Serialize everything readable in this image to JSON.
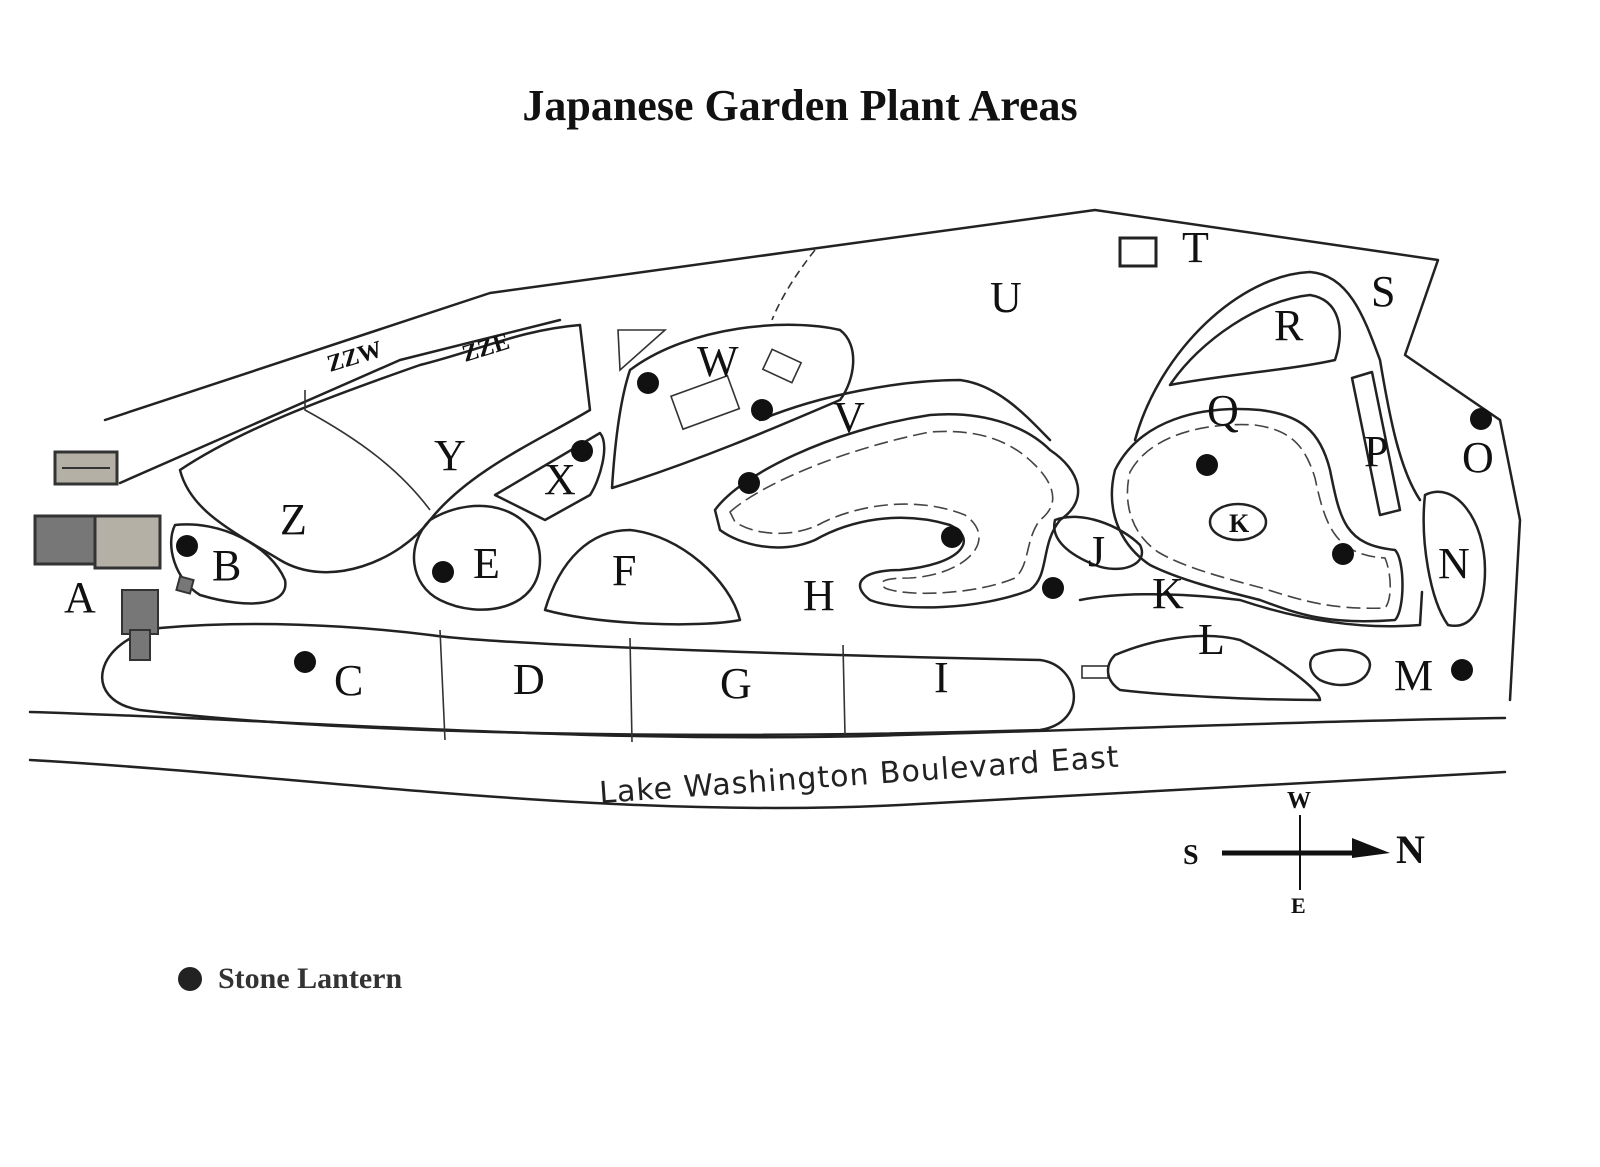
{
  "title": "Japanese Garden Plant Areas",
  "road_label": "Lake Washington Boulevard East",
  "legend": {
    "symbol": "stone-lantern-icon",
    "label": "Stone Lantern"
  },
  "compass": {
    "north": "N",
    "south": "S",
    "west": "W",
    "east": "E"
  },
  "areas": [
    "A",
    "B",
    "C",
    "D",
    "E",
    "F",
    "G",
    "H",
    "I",
    "J",
    "K",
    "K",
    "L",
    "M",
    "N",
    "O",
    "P",
    "Q",
    "R",
    "S",
    "T",
    "U",
    "V",
    "W",
    "X",
    "Y",
    "Z",
    "ZZW",
    "ZZE"
  ],
  "colors": {
    "ink": "#222222",
    "building": "#777777",
    "building_light": "#b5b0a6"
  }
}
